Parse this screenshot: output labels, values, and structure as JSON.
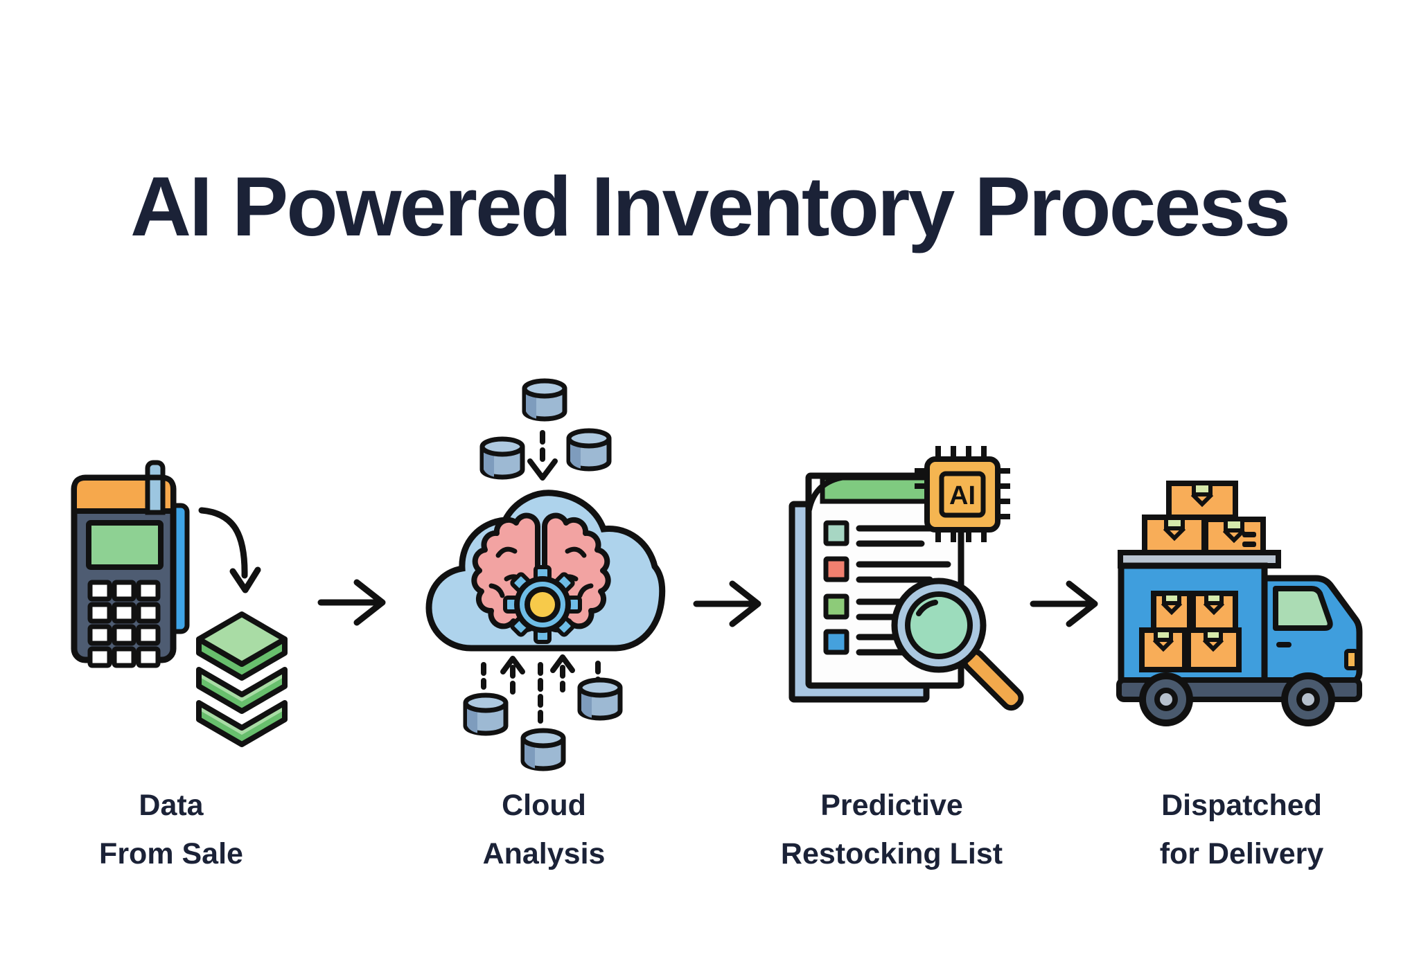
{
  "title": "AI Powered Inventory Process",
  "steps": [
    {
      "id": "data-from-sale",
      "icon": "pos-terminal-with-sales-data-stack",
      "label_lines": [
        "Data",
        "From Sale"
      ]
    },
    {
      "id": "cloud-analysis",
      "icon": "cloud-with-brain-gear-and-databases",
      "label_lines": [
        "Cloud",
        "Analysis"
      ]
    },
    {
      "id": "predictive-restocking-list",
      "icon": "checklist-with-ai-chip-and-magnifier",
      "chip_label": "AI",
      "label_lines": [
        "Predictive",
        "Restocking List"
      ]
    },
    {
      "id": "dispatched-for-delivery",
      "icon": "delivery-truck-loaded-with-boxes",
      "label_lines": [
        "Dispatched",
        "for Delivery"
      ]
    }
  ],
  "connectors": {
    "count": 3,
    "style": "right-arrow"
  },
  "palette": {
    "background": "#ffffff",
    "text": "#1b2237",
    "outline": "#111111",
    "pos_body": "#4e5c72",
    "pos_top_orange": "#f6a84c",
    "pos_screen_green": "#8ed193",
    "pos_card_blue": "#3fa4e6",
    "pos_antenna_blue": "#9cc6e0",
    "stack_green_light": "#a9dca5",
    "stack_green_dark": "#68bf6d",
    "cylinder_body": "#9db9d3",
    "cylinder_shade": "#7e9cbd",
    "cylinder_top": "#aec9e0",
    "cloud_blue": "#aed3ec",
    "brain_pink": "#f2a3a2",
    "gear_blue": "#6fbde6",
    "gear_center_yellow": "#f7ca4a",
    "page_back_blue": "#a9c6e2",
    "page_white": "#fdfdfd",
    "header_green": "#7fca80",
    "checkbox_teal": "#a7d6c3",
    "checkbox_red": "#f0806f",
    "checkbox_green": "#8dcb79",
    "checkbox_blue": "#45a1dd",
    "chip_orange": "#f5b551",
    "magnifier_rim": "#abc8e0",
    "magnifier_lens": "#9cdcbc",
    "magnifier_handle": "#f2a94c",
    "truck_blue": "#3f9edd",
    "truck_window_green": "#abdcb4",
    "truck_rack_gray": "#bac5d2",
    "truck_bumper_slate": "#47566b",
    "wheel_slate": "#4a5a6e",
    "wheel_hub_gray": "#b6c0cc",
    "box_orange": "#f8ad58",
    "box_tape_green": "#d6e9ab"
  }
}
